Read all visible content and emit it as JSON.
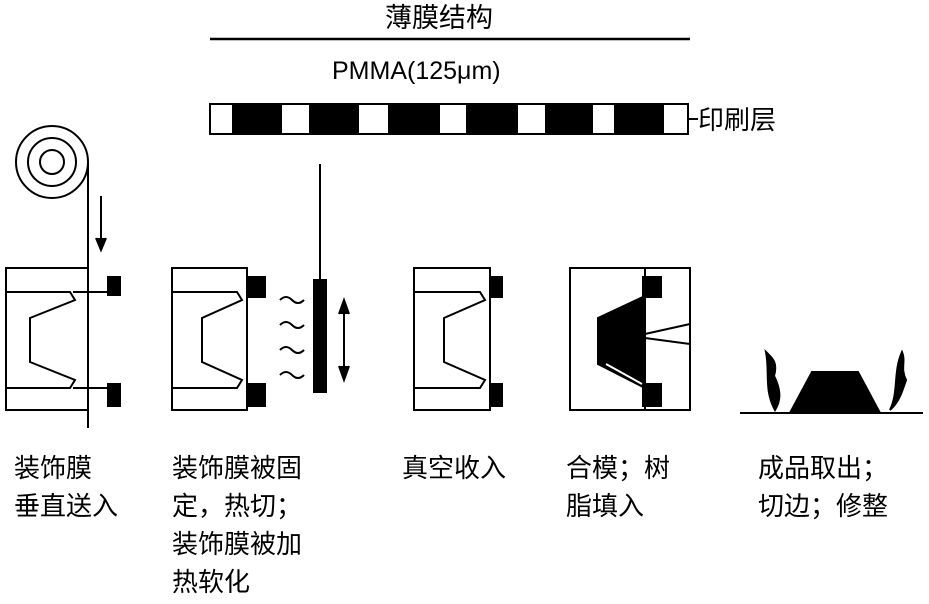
{
  "structure": {
    "title": "薄膜结构",
    "film_label": "PMMA(125μm)",
    "print_layer_label": "印刷层"
  },
  "steps": [
    {
      "line1": "装饰膜",
      "line2": "垂直送入",
      "line3": "",
      "line4": ""
    },
    {
      "line1": "装饰膜被固",
      "line2": "定，热切；",
      "line3": "装饰膜被加",
      "line4": "热软化"
    },
    {
      "line1": "真空收入",
      "line2": "",
      "line3": "",
      "line4": ""
    },
    {
      "line1": "合模；树",
      "line2": "脂填入",
      "line3": "",
      "line4": ""
    },
    {
      "line1": "成品取出；",
      "line2": "切边；修整",
      "line3": "",
      "line4": ""
    }
  ]
}
